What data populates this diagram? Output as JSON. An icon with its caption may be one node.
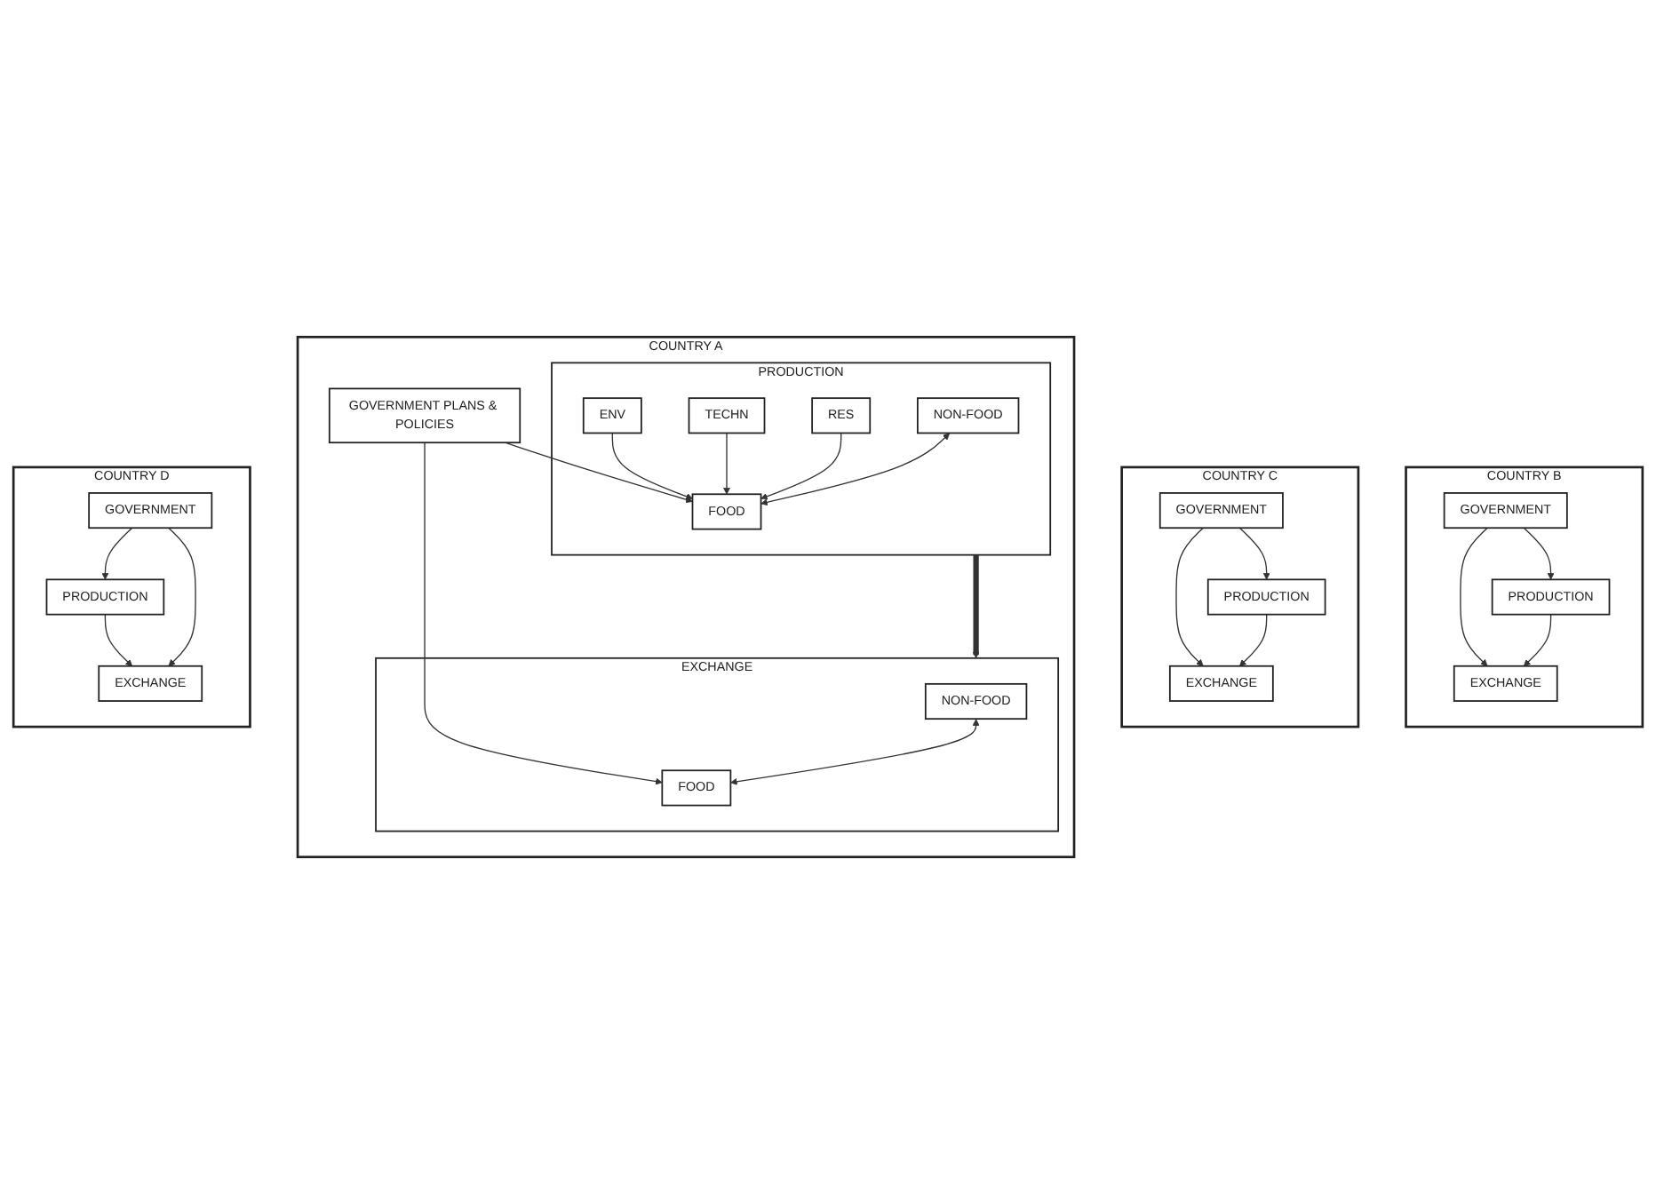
{
  "diagram": {
    "nodes": [
      {
        "text": [
          "COUNTRY B"
        ]
      },
      {
        "text": [
          "GOVERNMENT"
        ],
        "in": 0
      },
      {
        "text": [
          "PRODUCTION"
        ],
        "in": 0
      },
      {
        "text": [
          "EXCHANGE"
        ],
        "in": 0
      },
      {
        "text": [
          "COUNTRY C"
        ]
      },
      {
        "text": [
          "GOVERNMENT"
        ],
        "in": 4
      },
      {
        "text": [
          "EXCHANGE"
        ],
        "in": 4
      },
      {
        "text": [
          "PRODUCTION"
        ],
        "in": 4
      },
      {
        "text": [
          "COUNTRY A"
        ]
      },
      {
        "text": [
          "PRODUCTION"
        ],
        "in": 8
      },
      {
        "text": [
          "NON-FOOD"
        ],
        "in": 9
      },
      {
        "text": [
          "RES"
        ],
        "in": 9
      },
      {
        "text": [
          "TECHN"
        ],
        "in": 9
      },
      {
        "text": [
          "ENV"
        ],
        "in": 9
      },
      {
        "text": [
          "FOOD"
        ],
        "in": 9
      },
      {
        "text": [
          "EXCHANGE"
        ],
        "in": 8
      },
      {
        "text": [
          "NON-FOOD"
        ],
        "in": 15
      },
      {
        "text": [
          "FOOD"
        ],
        "in": 15
      },
      {
        "text": [
          "GOVERNMENT PLANS & POLICIES"
        ],
        "in": 8
      },
      {
        "text": [
          "COUNTRY D"
        ]
      },
      {
        "text": [
          "EXCHANGE"
        ],
        "in": 19
      },
      {
        "text": [
          "PRODUCTION"
        ],
        "in": 19
      },
      {
        "text": [
          "GOVERNMENT"
        ],
        "in": 19
      }
    ],
    "edges": [
      {
        "from": 1,
        "to": 2,
        "arrow": "to"
      },
      {
        "from": 1,
        "to": 3,
        "arrow": "to"
      },
      {
        "from": 2,
        "to": 3,
        "arrow": "to"
      },
      {
        "from": 5,
        "to": 6,
        "arrow": "to"
      },
      {
        "from": 5,
        "to": 7,
        "arrow": "to"
      },
      {
        "from": 7,
        "to": 6,
        "arrow": "to"
      },
      {
        "from": 10,
        "to": 14,
        "arrow": "both"
      },
      {
        "from": 9,
        "to": 15,
        "arrow": "to",
        "style": "thick"
      },
      {
        "from": 11,
        "to": 14,
        "arrow": "to"
      },
      {
        "from": 12,
        "to": 14,
        "arrow": "to"
      },
      {
        "from": 13,
        "to": 14,
        "arrow": "to"
      },
      {
        "from": 18,
        "to": 14,
        "arrow": "to"
      },
      {
        "from": 16,
        "to": 17,
        "arrow": "both"
      },
      {
        "from": 18,
        "to": 17,
        "arrow": "to"
      },
      {
        "from": 21,
        "to": 20,
        "arrow": "to"
      },
      {
        "from": 22,
        "to": 20,
        "arrow": "to"
      },
      {
        "from": 22,
        "to": 21,
        "arrow": "to"
      }
    ]
  }
}
